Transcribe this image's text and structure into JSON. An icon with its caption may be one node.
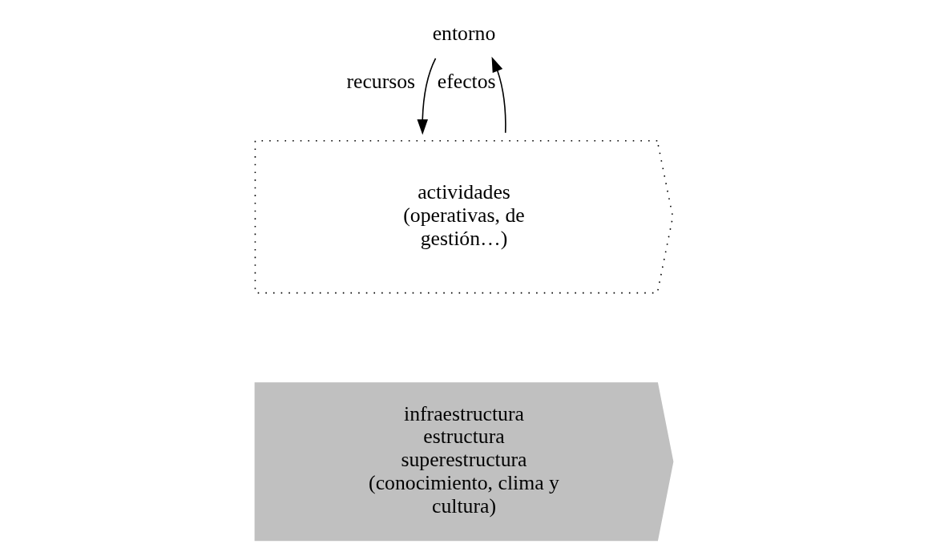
{
  "diagram": {
    "nodes": [
      {
        "text": [
          "entorno"
        ]
      },
      {
        "text": [
          "actividades (operativas, de gestión…)"
        ]
      },
      {
        "text": [
          "infraestructura estructura superestructura (conocimiento, clima y cultura)"
        ]
      }
    ],
    "edges": [
      {
        "from": 0,
        "to": 1,
        "arrow": "to",
        "label": "recursos"
      },
      {
        "from": 1,
        "to": 0,
        "arrow": "to",
        "label": "efectos"
      }
    ]
  }
}
